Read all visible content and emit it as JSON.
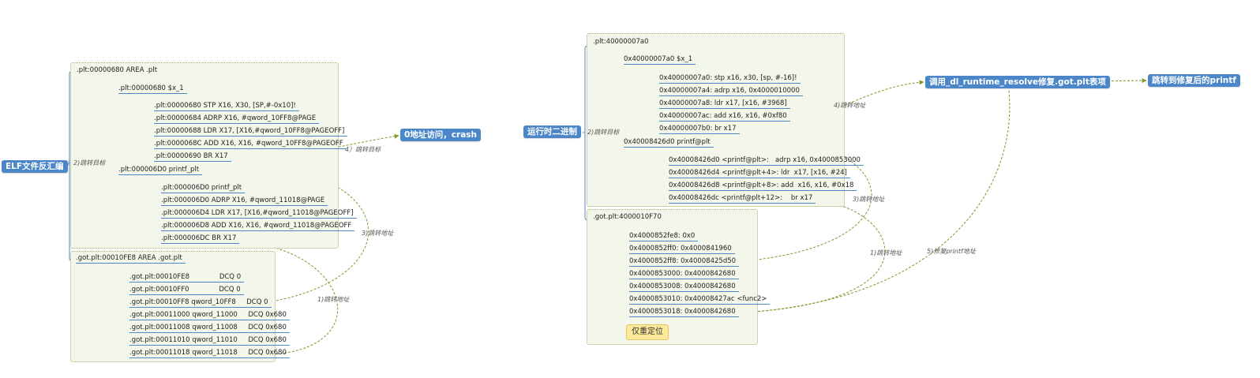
{
  "colors": {
    "topic": "#4a86c8",
    "branch": "#4f88c6",
    "relation": "#7a9a2e",
    "boundary": "#9fb36a",
    "note": "#fde99a"
  },
  "left": {
    "root": "ELF文件反汇编",
    "plt_header": ".plt:00000680 AREA .plt",
    "plt_sub1": ".plt:00000680 $x_1",
    "plt_sub1_items": [
      ".plt:00000680 STP  X16, X30, [SP,#-0x10]!",
      ".plt:00000684 ADRP X16, #qword_10FF8@PAGE",
      ".plt:00000688 LDR  X17, [X16,#qword_10FF8@PAGEOFF]",
      ".plt:0000068C ADD  X16, X16, #qword_10FF8@PAGEOFF",
      ".plt:00000690 BR   X17"
    ],
    "plt_sub2": ".plt:000006D0 printf_plt",
    "plt_sub2_items": [
      ".plt:000006D0 printf_plt",
      ".plt:000006D0 ADRP X16, #qword_11018@PAGE",
      ".plt:000006D4 LDR  X17, [X16,#qword_11018@PAGEOFF]",
      ".plt:000006D8 ADD  X16, X16, #qword_11018@PAGEOFF",
      ".plt:000006DC BR   X17"
    ],
    "got_header": ".got.plt:00010FE8 AREA .got.plt",
    "got_items": [
      ".got.plt:00010FE8              DCQ 0",
      ".got.plt:00010FF0              DCQ 0",
      ".got.plt:00010FF8 qword_10FF8     DCQ 0",
      ".got.plt:00011000 qword_11000     DCQ 0x680",
      ".got.plt:00011008 qword_11008     DCQ 0x680",
      ".got.plt:00011010 qword_11010     DCQ 0x680",
      ".got.plt:00011018 qword_11018     DCQ 0x680"
    ],
    "crash": "0地址访问，crash",
    "edges": [
      "2)跳转目标",
      "4）跳转目标",
      "3)跳转地址",
      "1)跳转地址"
    ]
  },
  "right": {
    "root": "运行时二进制",
    "plt_header": ".plt:40000007a0",
    "sub1": "0x40000007a0 $x_1",
    "sub1_items": [
      "0x40000007a0: stp  x16, x30, [sp, #-16]!",
      "0x40000007a4: adrp x16, 0x4000010000",
      "0x40000007a8: ldr  x17, [x16, #3968]",
      "0x40000007ac: add  x16, x16, #0xf80",
      "0x40000007b0: br   x17"
    ],
    "sub2": "0x40008426d0 printf@plt",
    "sub2_items": [
      "0x40008426d0 <printf@plt>:   adrp x16, 0x4000853000",
      "0x40008426d4 <printf@plt+4>: ldr  x17, [x16, #24]",
      "0x40008426d8 <printf@plt+8>: add  x16, x16, #0x18",
      "0x40008426dc <printf@plt+12>:    br x17"
    ],
    "got_header": ".got.plt:4000010F70",
    "got_items": [
      "0x4000852fe8: 0x0",
      "0x4000852ff0: 0x4000841960",
      "0x4000852ff8: 0x40008425d50",
      "0x4000853000: 0x4000842680",
      "0x4000853008: 0x4000842680",
      "0x4000853010: 0x40008427ac <func2>",
      "0x4000853018: 0x4000842680"
    ],
    "note": "仅重定位",
    "resolve": "调用_dl_runtime_resolve修复.got.plt表项",
    "jump_fixed": "跳转到修复后的printf",
    "edges": [
      "2)跳转目标",
      "4)跳转地址",
      "3)跳转地址",
      "1)跳转地址",
      "5)修复printf地址"
    ]
  }
}
